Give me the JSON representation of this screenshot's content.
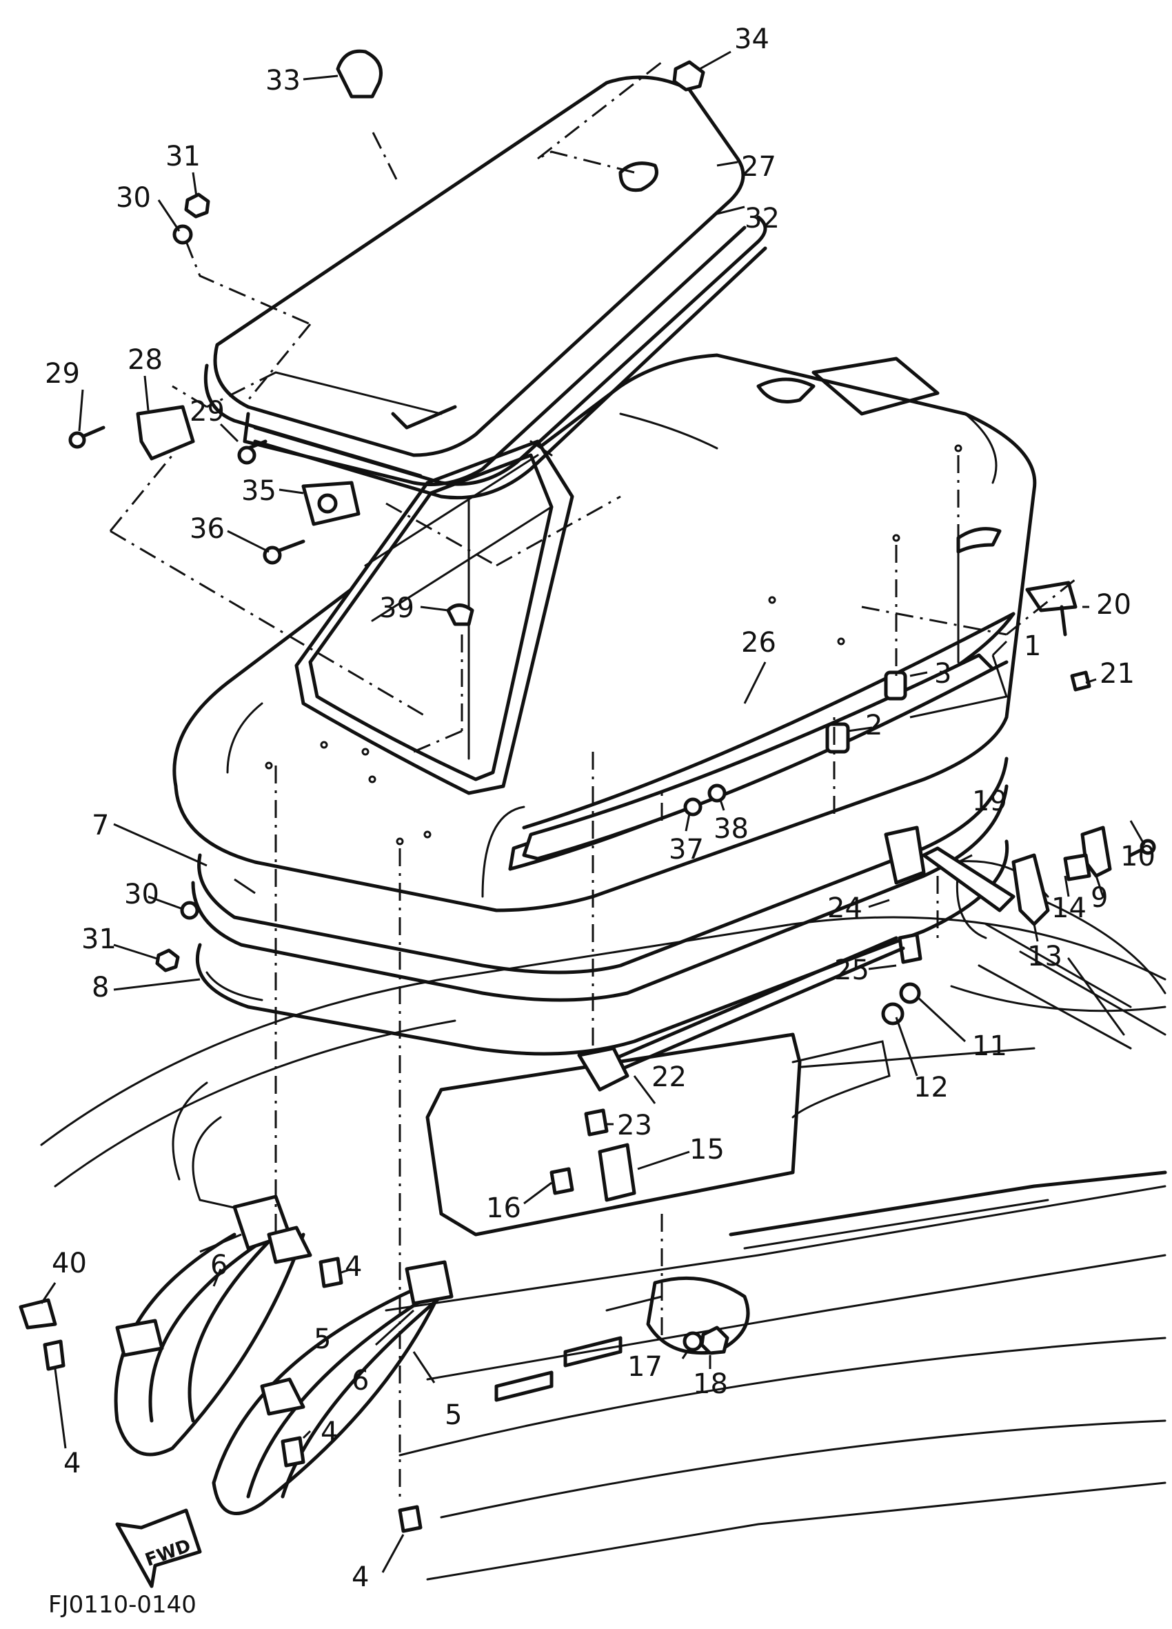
{
  "drawing_code": "FJ0110-0140",
  "direction_label": "FWD",
  "callouts": [
    "1",
    "2",
    "3",
    "4",
    "5",
    "6",
    "7",
    "8",
    "9",
    "10",
    "11",
    "12",
    "13",
    "14",
    "15",
    "16",
    "17",
    "18",
    "19",
    "20",
    "21",
    "22",
    "23",
    "24",
    "25",
    "26",
    "27",
    "28",
    "29",
    "30",
    "31",
    "32",
    "33",
    "34",
    "35",
    "36",
    "37",
    "38",
    "39",
    "40"
  ]
}
